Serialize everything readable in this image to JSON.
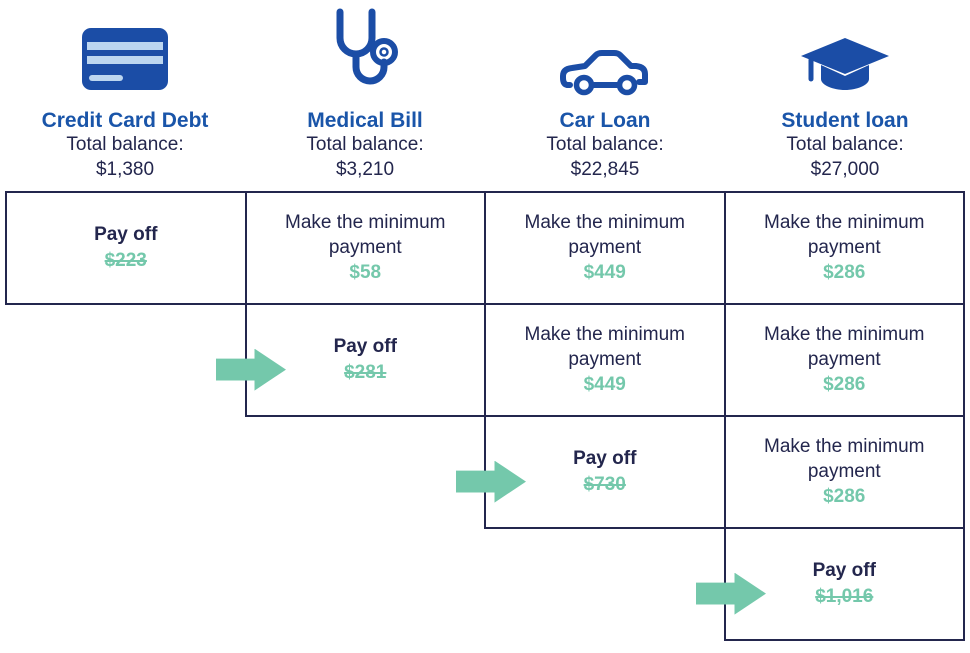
{
  "colors": {
    "icon-blue": "#1b4da6",
    "title-blue": "#1a55a9",
    "navy": "#23264d",
    "teal": "#74c8ab"
  },
  "arrow_icon": "right-arrow-icon",
  "columns": [
    {
      "icon": "credit-card-icon",
      "title": "Credit Card Debt",
      "balance_label": "Total balance:",
      "balance": "$1,380"
    },
    {
      "icon": "stethoscope-icon",
      "title": "Medical Bill",
      "balance_label": "Total balance:",
      "balance": "$3,210"
    },
    {
      "icon": "car-icon",
      "title": "Car Loan",
      "balance_label": "Total balance:",
      "balance": "$22,845"
    },
    {
      "icon": "graduation-cap-icon",
      "title": "Student loan",
      "balance_label": "Total balance:",
      "balance": "$27,000"
    }
  ],
  "table": {
    "rows": [
      {
        "cells": [
          {
            "type": "payoff",
            "action": "Pay off",
            "amount": "$223"
          },
          {
            "type": "minimum",
            "action": "Make the minimum payment",
            "amount": "$58"
          },
          {
            "type": "minimum",
            "action": "Make the minimum payment",
            "amount": "$449"
          },
          {
            "type": "minimum",
            "action": "Make the minimum payment",
            "amount": "$286"
          }
        ]
      },
      {
        "cells": [
          {
            "type": "payoff",
            "action": "Pay off",
            "amount": "$281",
            "arrow": true
          },
          {
            "type": "minimum",
            "action": "Make the minimum payment",
            "amount": "$449"
          },
          {
            "type": "minimum",
            "action": "Make the minimum payment",
            "amount": "$286"
          }
        ]
      },
      {
        "cells": [
          {
            "type": "payoff",
            "action": "Pay off",
            "amount": "$730",
            "arrow": true
          },
          {
            "type": "minimum",
            "action": "Make the minimum payment",
            "amount": "$286"
          }
        ]
      },
      {
        "cells": [
          {
            "type": "payoff",
            "action": "Pay off",
            "amount": "$1,016",
            "arrow": true
          }
        ]
      }
    ]
  }
}
